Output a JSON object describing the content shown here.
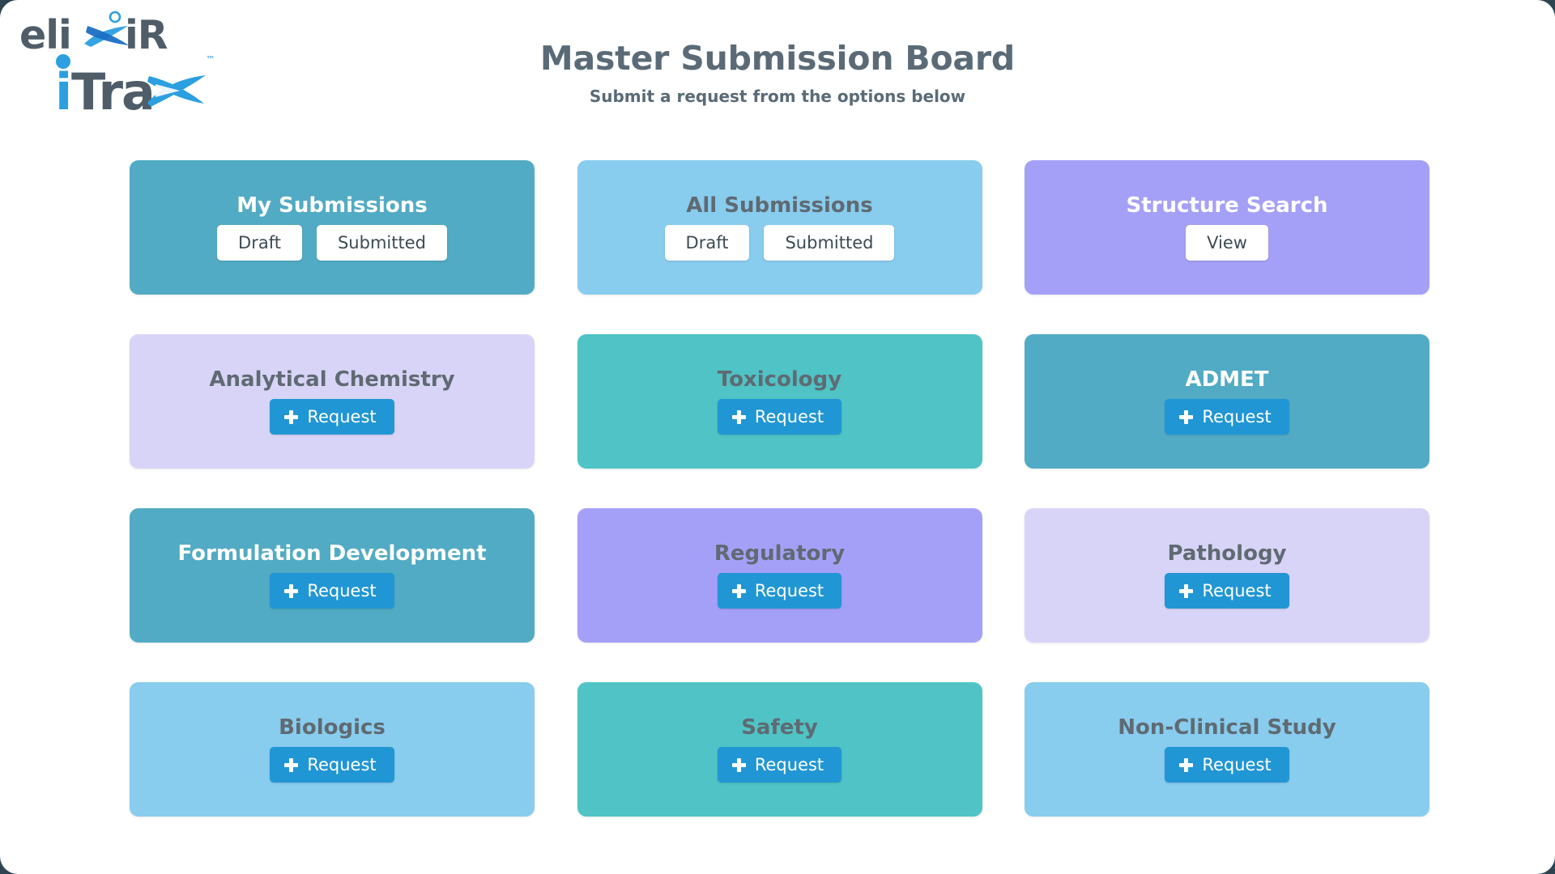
{
  "brand": {
    "logo_name": "elixir-itrax-logo",
    "line1": "eliXir",
    "line2": "iTraX",
    "trademark": "™"
  },
  "header": {
    "title": "Master Submission Board",
    "subtitle": "Submit a request from the options below",
    "title_color": "#5a6b77"
  },
  "theme": {
    "page_background": "#ffffff",
    "request_button_color": "#2196d4",
    "light_button_bg": "#ffffff",
    "light_button_text": "#3d4b54",
    "teal": "#52abc4",
    "aqua": "#4fc3c5",
    "sky": "#88ccee",
    "periwinkle": "#a5a0f7",
    "lavender": "#d8d4f7"
  },
  "cards": [
    {
      "title": "My Submissions",
      "bg": "#52abc4",
      "title_color": "#ffffff",
      "buttons": [
        {
          "label": "Draft",
          "style": "light",
          "icon": null
        },
        {
          "label": "Submitted",
          "style": "light",
          "icon": null
        }
      ]
    },
    {
      "title": "All Submissions",
      "bg": "#88ccee",
      "title_color": "#5f6a72",
      "buttons": [
        {
          "label": "Draft",
          "style": "light",
          "icon": null
        },
        {
          "label": "Submitted",
          "style": "light",
          "icon": null
        }
      ]
    },
    {
      "title": "Structure Search",
      "bg": "#a5a0f7",
      "title_color": "#ffffff",
      "buttons": [
        {
          "label": "View",
          "style": "light",
          "icon": null
        }
      ]
    },
    {
      "title": "Analytical Chemistry",
      "bg": "#d8d4f7",
      "title_color": "#5f6a72",
      "buttons": [
        {
          "label": "Request",
          "style": "request",
          "icon": "plus-icon"
        }
      ]
    },
    {
      "title": "Toxicology",
      "bg": "#4fc3c5",
      "title_color": "#5f6a72",
      "buttons": [
        {
          "label": "Request",
          "style": "request",
          "icon": "plus-icon"
        }
      ]
    },
    {
      "title": "ADMET",
      "bg": "#52abc4",
      "title_color": "#ffffff",
      "buttons": [
        {
          "label": "Request",
          "style": "request",
          "icon": "plus-icon"
        }
      ]
    },
    {
      "title": "Formulation Development",
      "bg": "#52abc4",
      "title_color": "#ffffff",
      "buttons": [
        {
          "label": "Request",
          "style": "request",
          "icon": "plus-icon"
        }
      ]
    },
    {
      "title": "Regulatory",
      "bg": "#a5a0f7",
      "title_color": "#5f6a72",
      "buttons": [
        {
          "label": "Request",
          "style": "request",
          "icon": "plus-icon"
        }
      ]
    },
    {
      "title": "Pathology",
      "bg": "#d8d4f7",
      "title_color": "#5f6a72",
      "buttons": [
        {
          "label": "Request",
          "style": "request",
          "icon": "plus-icon"
        }
      ]
    },
    {
      "title": "Biologics",
      "bg": "#88ccee",
      "title_color": "#5f6a72",
      "buttons": [
        {
          "label": "Request",
          "style": "request",
          "icon": "plus-icon"
        }
      ]
    },
    {
      "title": "Safety",
      "bg": "#4fc3c5",
      "title_color": "#5f6a72",
      "buttons": [
        {
          "label": "Request",
          "style": "request",
          "icon": "plus-icon"
        }
      ]
    },
    {
      "title": "Non-Clinical Study",
      "bg": "#88ccee",
      "title_color": "#5f6a72",
      "buttons": [
        {
          "label": "Request",
          "style": "request",
          "icon": "plus-icon"
        }
      ]
    }
  ]
}
